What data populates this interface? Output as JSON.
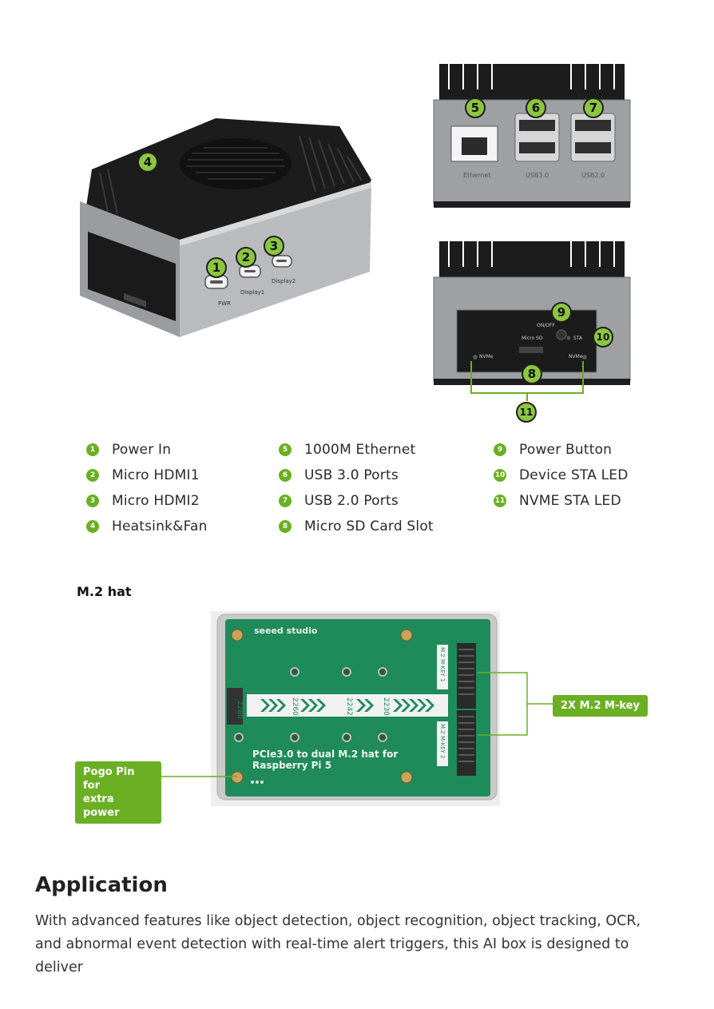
{
  "device": {
    "port_labels": {
      "ethernet": "Ethernet",
      "usb3": "USB3.0",
      "usb2": "USB2.0",
      "pwr": "PWR",
      "hdmi1": "Display1",
      "hdmi2": "Display2",
      "onoff": "ON/OFF",
      "microsd": "Micro SD",
      "sta": "STA",
      "nvme_left": "NVMe",
      "nvme_right": "NVMe"
    },
    "badges": [
      "1",
      "2",
      "3",
      "4",
      "5",
      "6",
      "7",
      "8",
      "9",
      "10",
      "11"
    ]
  },
  "legend": {
    "col1": [
      {
        "num": "1",
        "label": "Power In"
      },
      {
        "num": "2",
        "label": "Micro HDMI1"
      },
      {
        "num": "3",
        "label": "Micro HDMI2"
      },
      {
        "num": "4",
        "label": "Heatsink&Fan"
      }
    ],
    "col2": [
      {
        "num": "5",
        "label": "1000M Ethernet"
      },
      {
        "num": "6",
        "label": "USB 3.0 Ports"
      },
      {
        "num": "7",
        "label": "USB 2.0 Ports"
      },
      {
        "num": "8",
        "label": "Micro SD Card Slot"
      }
    ],
    "col3": [
      {
        "num": "9",
        "label": "Power Button"
      },
      {
        "num": "10",
        "label": "Device STA LED"
      },
      {
        "num": "11",
        "label": "NVME STA LED"
      }
    ]
  },
  "m2": {
    "heading": "M.2 hat",
    "brand": "seeed studio",
    "board_title_line1": "PCIe3.0 to dual M.2 hat for",
    "board_title_line2": "Raspberry Pi 5",
    "sizes": [
      "2280",
      "2260",
      "2242",
      "2230"
    ],
    "slot1": "M.2 M-KEY 1",
    "slot2": "M.2 M-KEY 2",
    "callout_right": "2X M.2 M-key",
    "callout_left_line1": "Pogo Pin for",
    "callout_left_line2": "extra power"
  },
  "application": {
    "title": "Application",
    "text": "With advanced features like object detection, object recognition, object tracking, OCR, and abnormal event detection with real-time alert triggers, this AI box is designed to deliver"
  },
  "colors": {
    "accent_green": "#6ab022",
    "badge_green": "#8cc63f",
    "pcb_green": "#1f8a5a",
    "case_grey": "#8d8f92",
    "heatsink": "#1b1b1b"
  }
}
